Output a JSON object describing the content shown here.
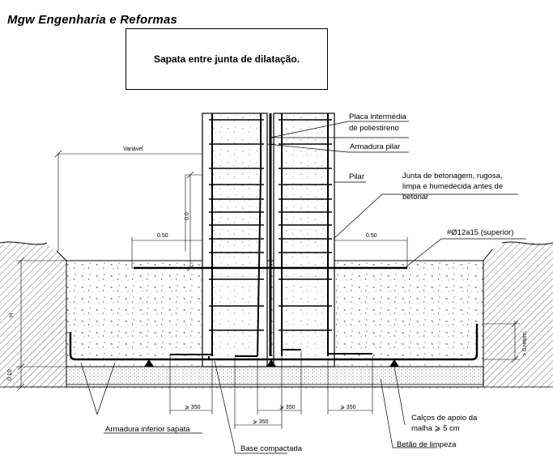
{
  "header": {
    "brand": "Mgw Engenharia e Reformas",
    "title": "Sapata entre junta de dilatação."
  },
  "labels": {
    "placa1": "Placa intermédia",
    "placa2": "de poliestireno",
    "armadura_pilar": "Armadura pilar",
    "pilar": "Pilar",
    "junta1": "Junta de betonagem, rugosa,",
    "junta2": "limpa e humedecida antes de",
    "junta3": "betonar",
    "armadura_superior": "#Ø12a15 (superior)",
    "armadura_inferior": "Armadura inferior sapata",
    "base_compactada": "Base compactada",
    "calcos1": "Calços de apoio da",
    "calcos2": "malha  ⩾  5 cm",
    "betao_limpeza": "Betão de limpeza"
  },
  "dimensions": {
    "variavel": "Variável",
    "d_left": "0.50",
    "d_right": "0.50",
    "h_vertical": "0.0",
    "h_total": "H",
    "clean_layer": "0.10",
    "min_cover": "> 0.retirm.",
    "lap_1": "⩾ 350",
    "lap_2": "⩾ 350",
    "lap_3": "⩾ 350",
    "lap_4": "⩾ 350"
  },
  "colors": {
    "ink": "#000000",
    "background": "#ffffff"
  }
}
